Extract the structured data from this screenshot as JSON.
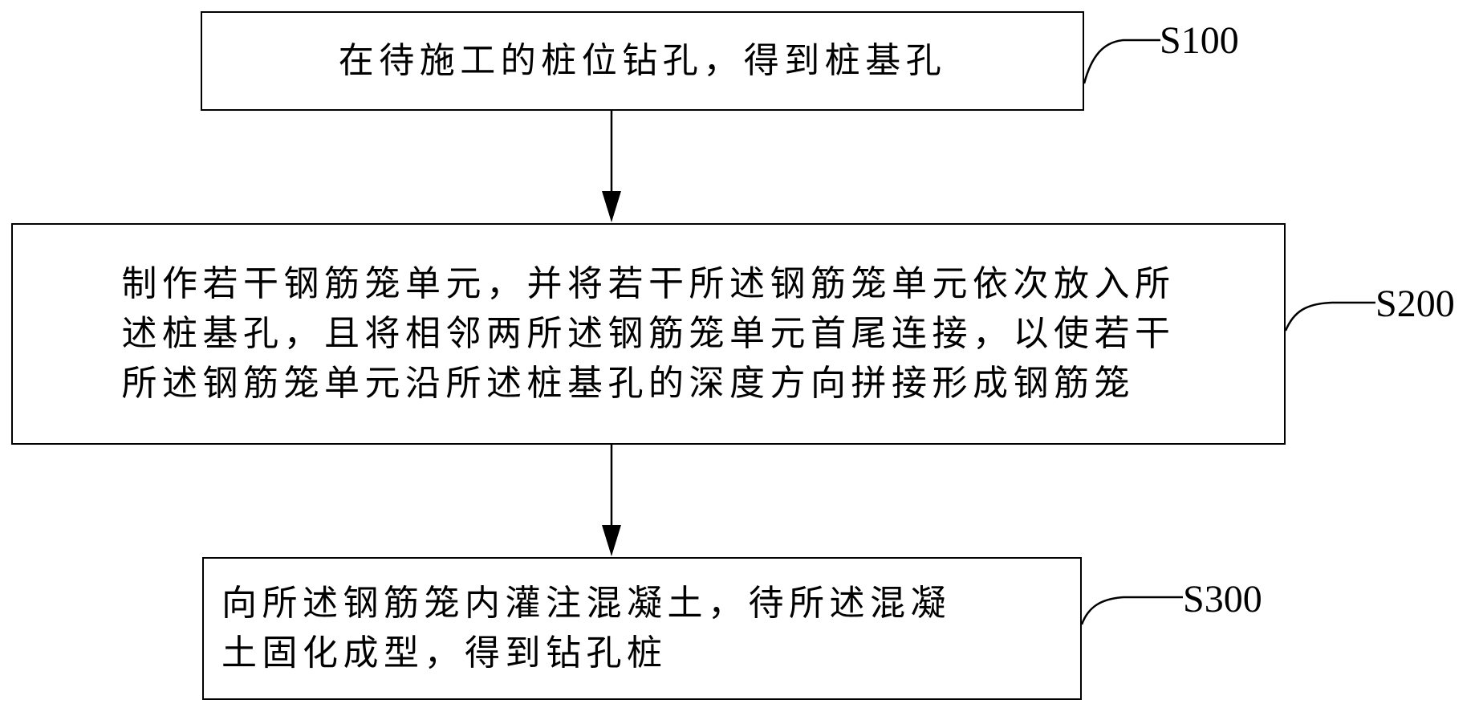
{
  "steps": [
    {
      "id": "S100",
      "label": "S100",
      "text": "在待施工的桩位钻孔，得到桩基孔"
    },
    {
      "id": "S200",
      "label": "S200",
      "text": "制作若干钢筋笼单元，并将若干所述钢筋笼单元依次放入所\n述桩基孔，且将相邻两所述钢筋笼单元首尾连接，以使若干\n所述钢筋笼单元沿所述桩基孔的深度方向拼接形成钢筋笼"
    },
    {
      "id": "S300",
      "label": "S300",
      "text": "向所述钢筋笼内灌注混凝土，待所述混凝\n土固化成型，得到钻孔桩"
    }
  ]
}
